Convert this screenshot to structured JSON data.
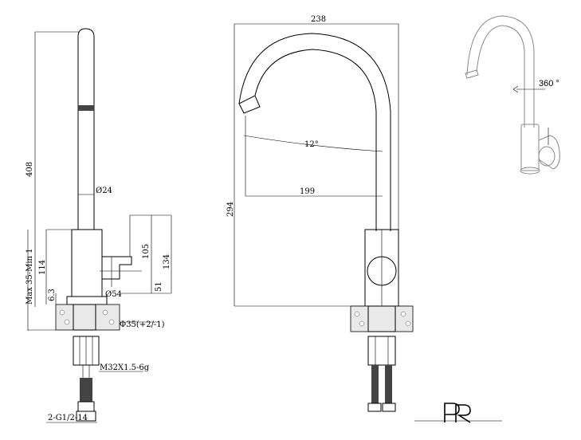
{
  "side_view": {
    "dim_height_total": "408",
    "dim_spout_diameter": "Ø24",
    "dim_base_height": "114",
    "dim_105": "105",
    "dim_134": "134",
    "dim_51": "51",
    "dim_body_diameter": "Ø54",
    "dim_deck_thickness": "Max 35-Min 1",
    "dim_6_3": "6.3",
    "dim_hole_diameter": "Φ35(+2/-1)",
    "dim_thread": "M32X1.5-6g",
    "dim_hose": "2-G1/2-14"
  },
  "front_view": {
    "dim_reach": "238",
    "dim_angle": "12°",
    "dim_height": "294",
    "dim_199": "199"
  },
  "iso_view": {
    "swivel_label": "360 °"
  },
  "logo": {
    "text": "PR"
  }
}
